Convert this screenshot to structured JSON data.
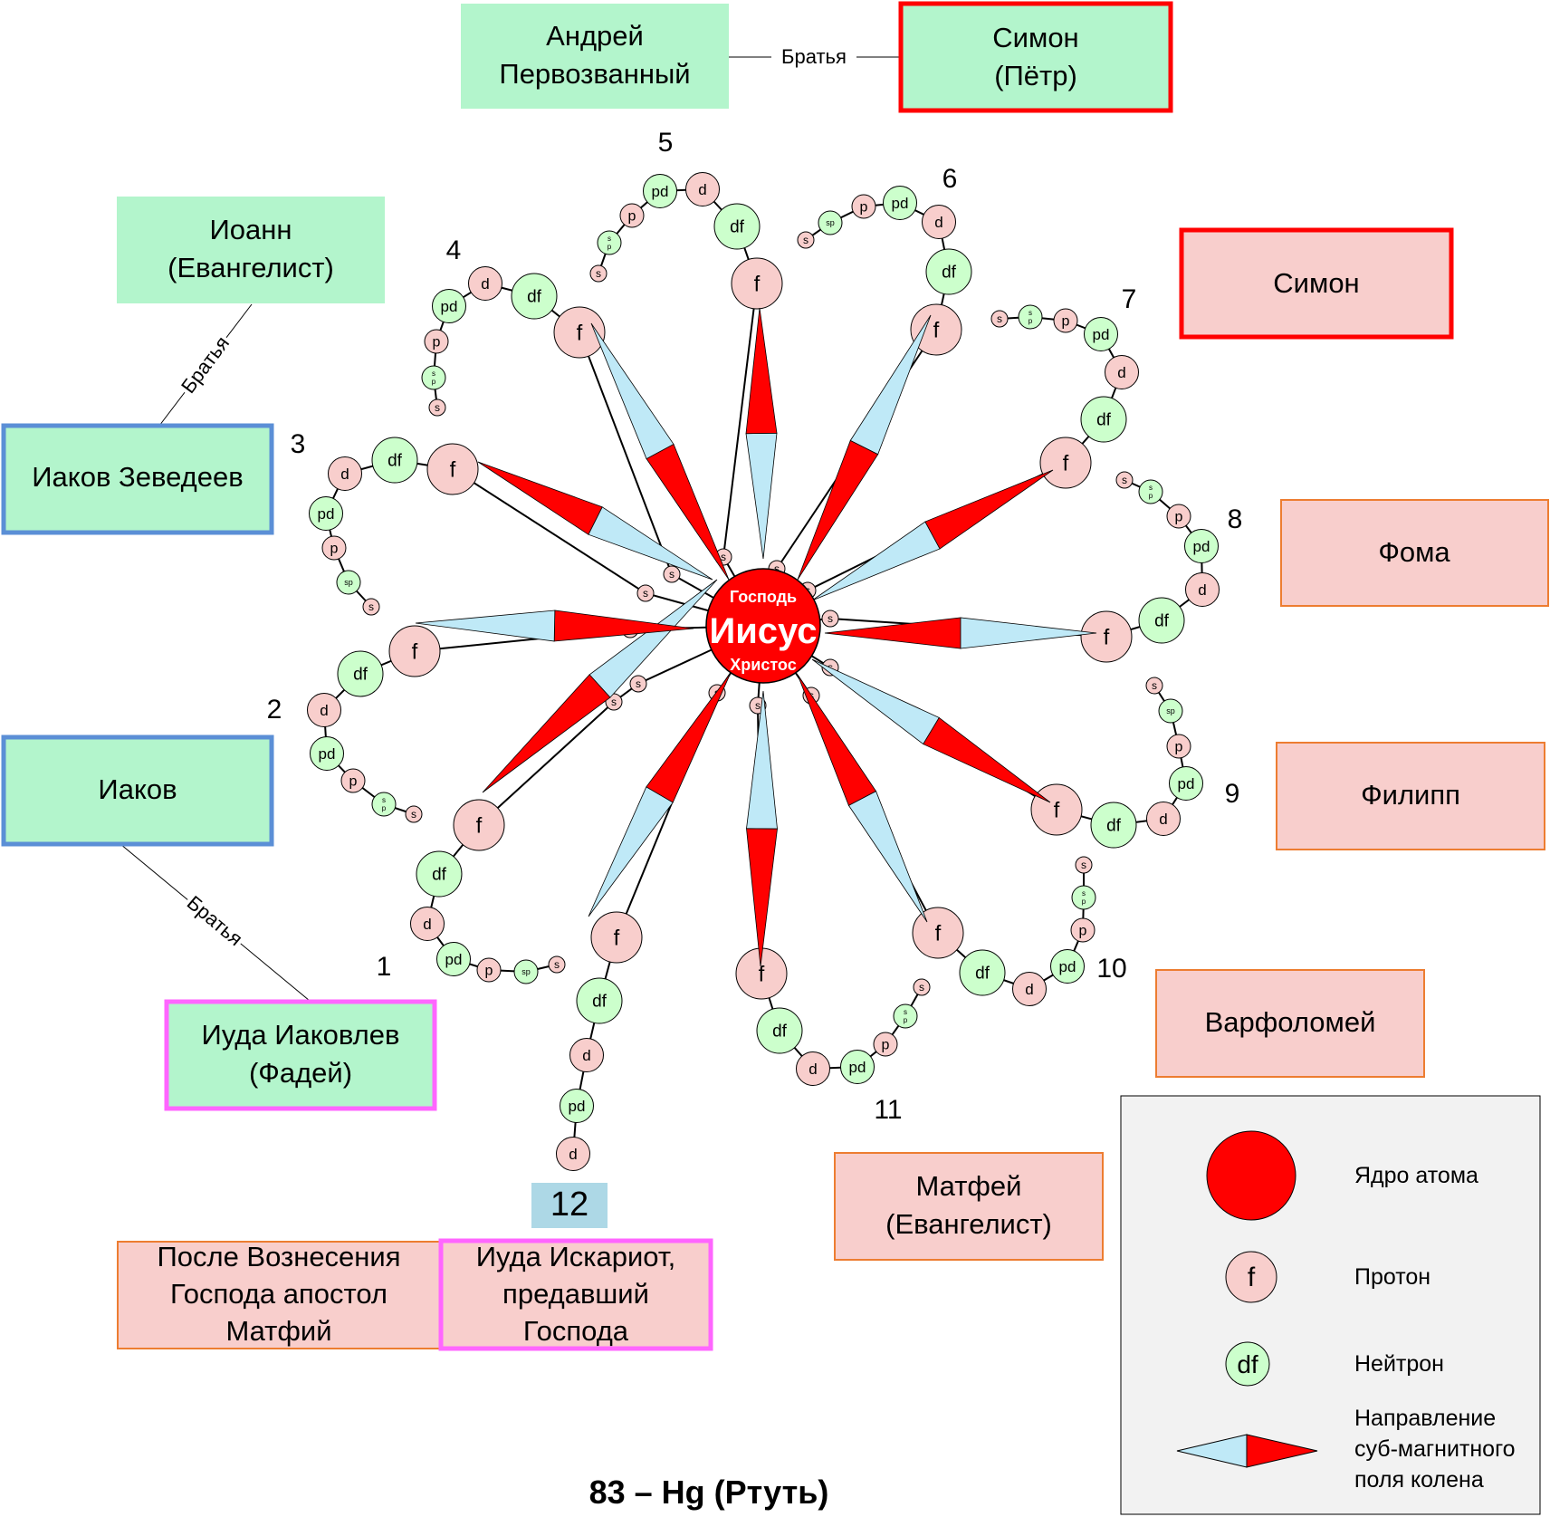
{
  "core": {
    "line1": "Господь",
    "line2": "Иисус",
    "line3": "Христос"
  },
  "brothers_label": "Братья",
  "apostles": [
    {
      "id": "andrey",
      "lines": [
        "Андрей",
        "Первозванный"
      ]
    },
    {
      "id": "simon-petr",
      "lines": [
        "Симон",
        "(Пётр)"
      ]
    },
    {
      "id": "ioann",
      "lines": [
        "Иоанн",
        "(Евангелист)"
      ]
    },
    {
      "id": "iakov-zevedeev",
      "lines": [
        "Иаков Зеведеев"
      ]
    },
    {
      "id": "iakov",
      "lines": [
        "Иаков"
      ]
    },
    {
      "id": "iuda-iakovlev",
      "lines": [
        "Иуда Иаковлев",
        "(Фадей)"
      ]
    },
    {
      "id": "simon",
      "lines": [
        "Симон"
      ]
    },
    {
      "id": "foma",
      "lines": [
        "Фома"
      ]
    },
    {
      "id": "filipp",
      "lines": [
        "Филипп"
      ]
    },
    {
      "id": "varfolomey",
      "lines": [
        "Варфоломей"
      ]
    },
    {
      "id": "matfey",
      "lines": [
        "Матфей",
        "(Евангелист)"
      ]
    },
    {
      "id": "matfiy",
      "lines": [
        "После Вознесения",
        "Господа апостол",
        "Матфий"
      ]
    },
    {
      "id": "iuda-iskariot",
      "lines": [
        "Иуда Искариот,",
        "предавший",
        "Господа"
      ]
    }
  ],
  "arm_numbers": [
    "1",
    "2",
    "3",
    "4",
    "5",
    "6",
    "7",
    "8",
    "9",
    "10",
    "11",
    "12"
  ],
  "node_labels": {
    "f": "f",
    "df": "df",
    "d": "d",
    "pd": "pd",
    "p": "p",
    "sp": "sp",
    "s": "s"
  },
  "legend": {
    "nucleus": "Ядро атома",
    "proton": "Протон",
    "neutron": "Нейтрон",
    "field": [
      "Направление",
      "суб-магнитного",
      "поля колена"
    ],
    "proton_symbol": "f",
    "neutron_symbol": "df"
  },
  "footer": {
    "title": "83 – Hg (Ртуть)"
  },
  "colors": {
    "proton": "#f8cecc",
    "neutron": "#ccffcc",
    "nucleus": "#ff0000",
    "field_red": "#ff0000",
    "field_blue": "#bfe9f7",
    "green_box": "#b3f5cc",
    "pink_box": "#f8cecc",
    "border_red": "#ff0000",
    "border_blue": "#5b8fd6",
    "border_magenta": "#ff66ff",
    "border_orange": "#ed7d31",
    "legend_bg": "#f2f2f2",
    "number12_bg": "#add8e6"
  }
}
